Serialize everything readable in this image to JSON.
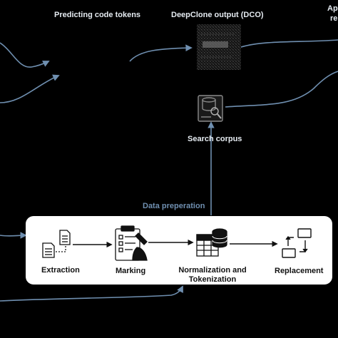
{
  "labels": {
    "predicting": "Predicting code tokens",
    "dco": "DeepClone output (DCO)",
    "corner_line1": "Ap",
    "corner_line2": "re",
    "search_corpus": "Search corpus",
    "data_preparation": "Data preperation"
  },
  "steps": [
    {
      "label": "Extraction"
    },
    {
      "label": "Marking"
    },
    {
      "label_line1": "Normalization and",
      "label_line2": "Tokenization"
    },
    {
      "label": "Replacement"
    }
  ],
  "icons": {
    "dco": "code-output-icon",
    "search": "search-database-icon",
    "extraction": "documents-icon",
    "marking": "checklist-clipboard-icon",
    "normalization": "database-table-icon",
    "replacement": "replace-arrows-icon"
  },
  "colors": {
    "background": "#000000",
    "connector": "#6f8fb0",
    "panel": "#ffffff",
    "panel_text": "#111111",
    "header_text": "#e6ecf2"
  }
}
